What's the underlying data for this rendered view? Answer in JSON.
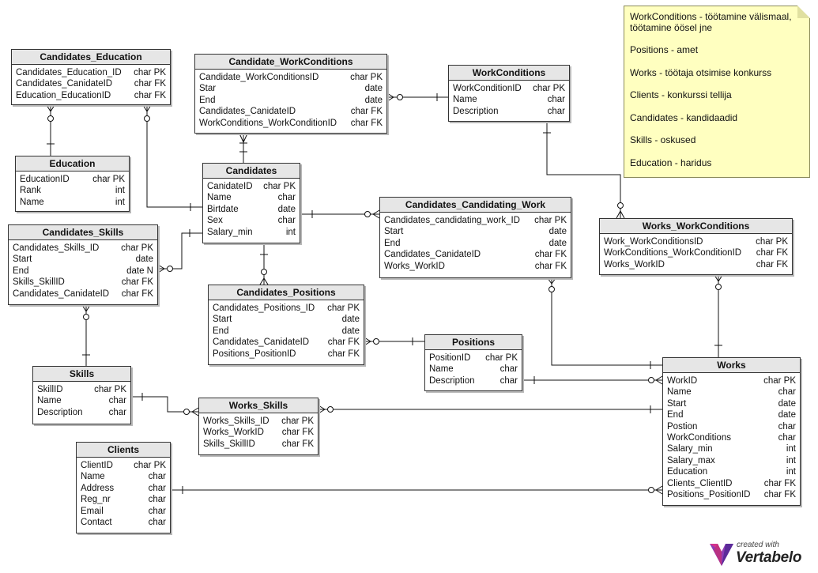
{
  "note": {
    "lines": [
      "WorkConditions - töötamine välismaal, töötamine öösel jne",
      "Positions - amet",
      "Works - töötaja otsimise konkurss",
      "Clients - konkurssi tellija",
      "Candidates - kandidaadid",
      "Skills - oskused",
      "Education - haridus"
    ]
  },
  "logo": {
    "created": "created with",
    "brand": "Vertabelo"
  },
  "tables": {
    "candidates_education": {
      "title": "Candidates_Education",
      "columns": [
        [
          "Candidates_Education_ID",
          "char PK"
        ],
        [
          "Candidates_CanidateID",
          "char FK"
        ],
        [
          "Education_EducationID",
          "char FK"
        ]
      ]
    },
    "education": {
      "title": "Education",
      "columns": [
        [
          "EducationID",
          "char PK"
        ],
        [
          "Rank",
          "int"
        ],
        [
          "Name",
          "int"
        ]
      ]
    },
    "candidates_skills": {
      "title": "Candidates_Skills",
      "columns": [
        [
          "Candidates_Skills_ID",
          "char PK"
        ],
        [
          "Start",
          "date"
        ],
        [
          "End",
          "date N"
        ],
        [
          "Skills_SkillID",
          "char FK"
        ],
        [
          "Candidates_CanidateID",
          "char FK"
        ]
      ]
    },
    "skills": {
      "title": "Skills",
      "columns": [
        [
          "SkillID",
          "char PK"
        ],
        [
          "Name",
          "char"
        ],
        [
          "Description",
          "char"
        ]
      ]
    },
    "clients": {
      "title": "Clients",
      "columns": [
        [
          "ClientID",
          "char PK"
        ],
        [
          "Name",
          "char"
        ],
        [
          "Address",
          "char"
        ],
        [
          "Reg_nr",
          "char"
        ],
        [
          "Email",
          "char"
        ],
        [
          "Contact",
          "char"
        ]
      ]
    },
    "candidate_workconditions": {
      "title": "Candidate_WorkConditions",
      "columns": [
        [
          "Candidate_WorkConditionsID",
          "char PK"
        ],
        [
          "Star",
          "date"
        ],
        [
          "End",
          "date"
        ],
        [
          "Candidates_CanidateID",
          "char FK"
        ],
        [
          "WorkConditions_WorkConditionID",
          "char FK"
        ]
      ]
    },
    "workconditions": {
      "title": "WorkConditions",
      "columns": [
        [
          "WorkConditionID",
          "char PK"
        ],
        [
          "Name",
          "char"
        ],
        [
          "Description",
          "char"
        ]
      ]
    },
    "candidates": {
      "title": "Candidates",
      "columns": [
        [
          "CanidateID",
          "char PK"
        ],
        [
          "Name",
          "char"
        ],
        [
          "Birtdate",
          "date"
        ],
        [
          "Sex",
          "char"
        ],
        [
          "Salary_min",
          "int"
        ]
      ]
    },
    "candidates_candidating_work": {
      "title": "Candidates_Candidating_Work",
      "columns": [
        [
          "Candidates_candidating_work_ID",
          "char PK"
        ],
        [
          "Start",
          "date"
        ],
        [
          "End",
          "date"
        ],
        [
          "Candidates_CanidateID",
          "char FK"
        ],
        [
          "Works_WorkID",
          "char FK"
        ]
      ]
    },
    "candidates_positions": {
      "title": "Candidates_Positions",
      "columns": [
        [
          "Candidates_Positions_ID",
          "char PK"
        ],
        [
          "Start",
          "date"
        ],
        [
          "End",
          "date"
        ],
        [
          "Candidates_CanidateID",
          "char FK"
        ],
        [
          "Positions_PositionID",
          "char FK"
        ]
      ]
    },
    "positions": {
      "title": "Positions",
      "columns": [
        [
          "PositionID",
          "char PK"
        ],
        [
          "Name",
          "char"
        ],
        [
          "Description",
          "char"
        ]
      ]
    },
    "works_workconditions": {
      "title": "Works_WorkConditions",
      "columns": [
        [
          "Work_WorkConditionsID",
          "char PK"
        ],
        [
          "WorkConditions_WorkConditionID",
          "char FK"
        ],
        [
          "Works_WorkID",
          "char FK"
        ]
      ]
    },
    "works_skills": {
      "title": "Works_Skills",
      "columns": [
        [
          "Works_Skills_ID",
          "char PK"
        ],
        [
          "Works_WorkID",
          "char FK"
        ],
        [
          "Skills_SkillID",
          "char FK"
        ]
      ]
    },
    "works": {
      "title": "Works",
      "columns": [
        [
          "WorkID",
          "char PK"
        ],
        [
          "Name",
          "char"
        ],
        [
          "Start",
          "date"
        ],
        [
          "End",
          "date"
        ],
        [
          "Postion",
          "char"
        ],
        [
          "WorkConditions",
          "char"
        ],
        [
          "Salary_min",
          "int"
        ],
        [
          "Salary_max",
          "int"
        ],
        [
          "Education",
          "int"
        ],
        [
          "Clients_ClientID",
          "char FK"
        ],
        [
          "Positions_PositionID",
          "char FK"
        ]
      ]
    }
  }
}
